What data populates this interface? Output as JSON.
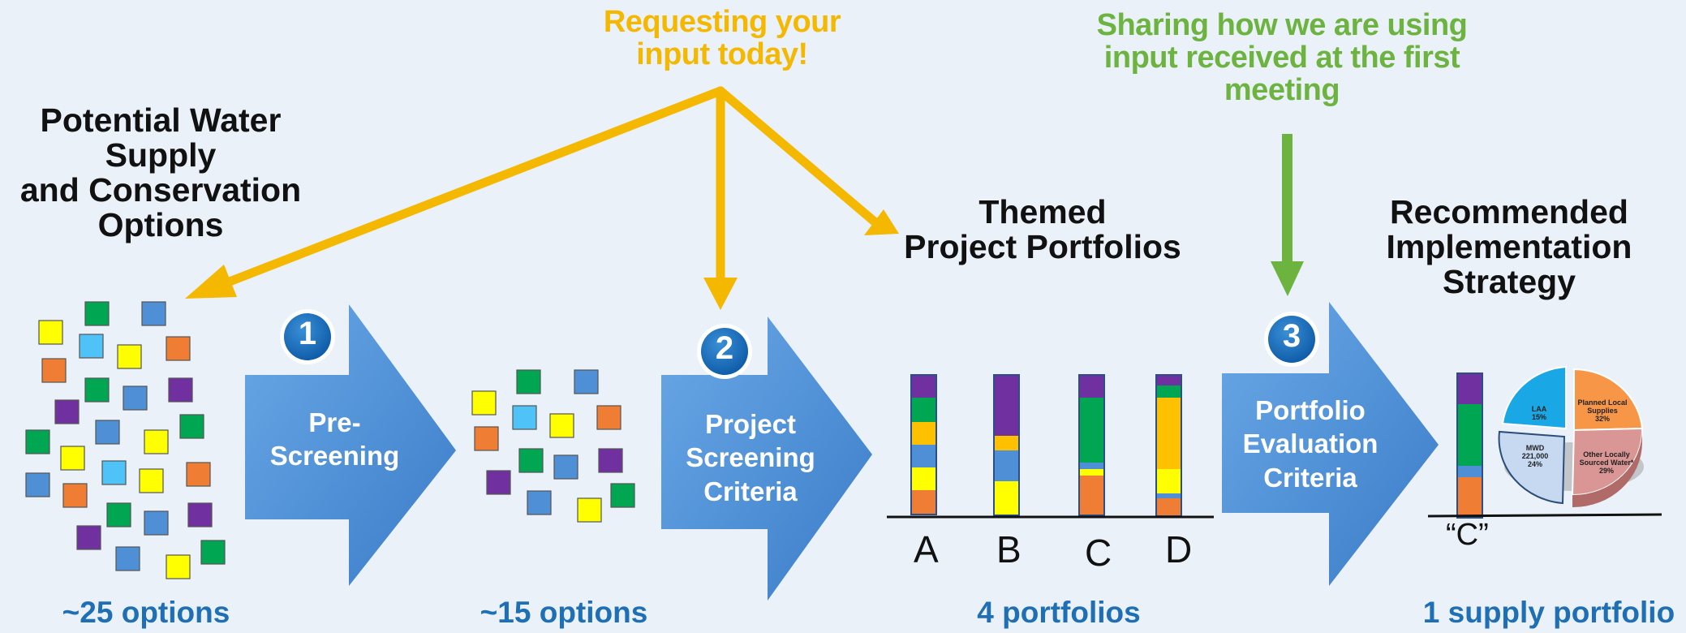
{
  "headings": {
    "options_title": [
      "Potential Water",
      "Supply",
      "and Conservation",
      "Options"
    ],
    "portfolios_title": [
      "Themed",
      "Project Portfolios"
    ],
    "strategy_title": [
      "Recommended",
      "Implementation",
      "Strategy"
    ]
  },
  "notes": {
    "requesting": [
      "Requesting your",
      "input today!"
    ],
    "sharing": [
      "Sharing how we are using",
      "input received at the first",
      "meeting"
    ]
  },
  "steps": [
    {
      "number": "1",
      "label": [
        "Pre-",
        "Screening"
      ]
    },
    {
      "number": "2",
      "label": [
        "Project",
        "Screening",
        "Criteria"
      ]
    },
    {
      "number": "3",
      "label": [
        "Portfolio",
        "Evaluation",
        "Criteria"
      ]
    }
  ],
  "counts": {
    "options_25": "~25 options",
    "options_15": "~15 options",
    "portfolios": "4 portfolios",
    "supply": "1 supply portfolio"
  },
  "portfolios": [
    "A",
    "B",
    "C",
    "D"
  ],
  "recommended_label": "“C”",
  "pie": {
    "slices": [
      {
        "lines": [
          "Planned Local",
          "Supplies",
          "32%"
        ],
        "value": 32,
        "color": "#f79646"
      },
      {
        "lines": [
          "Other Locally",
          "Sourced Water*",
          "29%"
        ],
        "value": 29,
        "color": "#d99694"
      },
      {
        "lines": [
          "MWD",
          "221,000",
          "24%"
        ],
        "value": 24,
        "color": "#c6d9f1"
      },
      {
        "lines": [
          "LAA",
          "15%"
        ],
        "value": 15,
        "color": "#1aa7e6"
      }
    ]
  },
  "colors": {
    "gold": "#f5b800",
    "green_note": "#6cb33f",
    "arrow_blue": "#4a90d9",
    "count_blue": "#1f6fb5",
    "square_green": "#00a651",
    "square_blue": "#4f8fd6",
    "square_cyan": "#4fc3f7",
    "square_yellow": "#ffff00",
    "square_orange": "#ef7d33",
    "square_purple": "#7030a0",
    "bar_gold": "#ffc000"
  }
}
